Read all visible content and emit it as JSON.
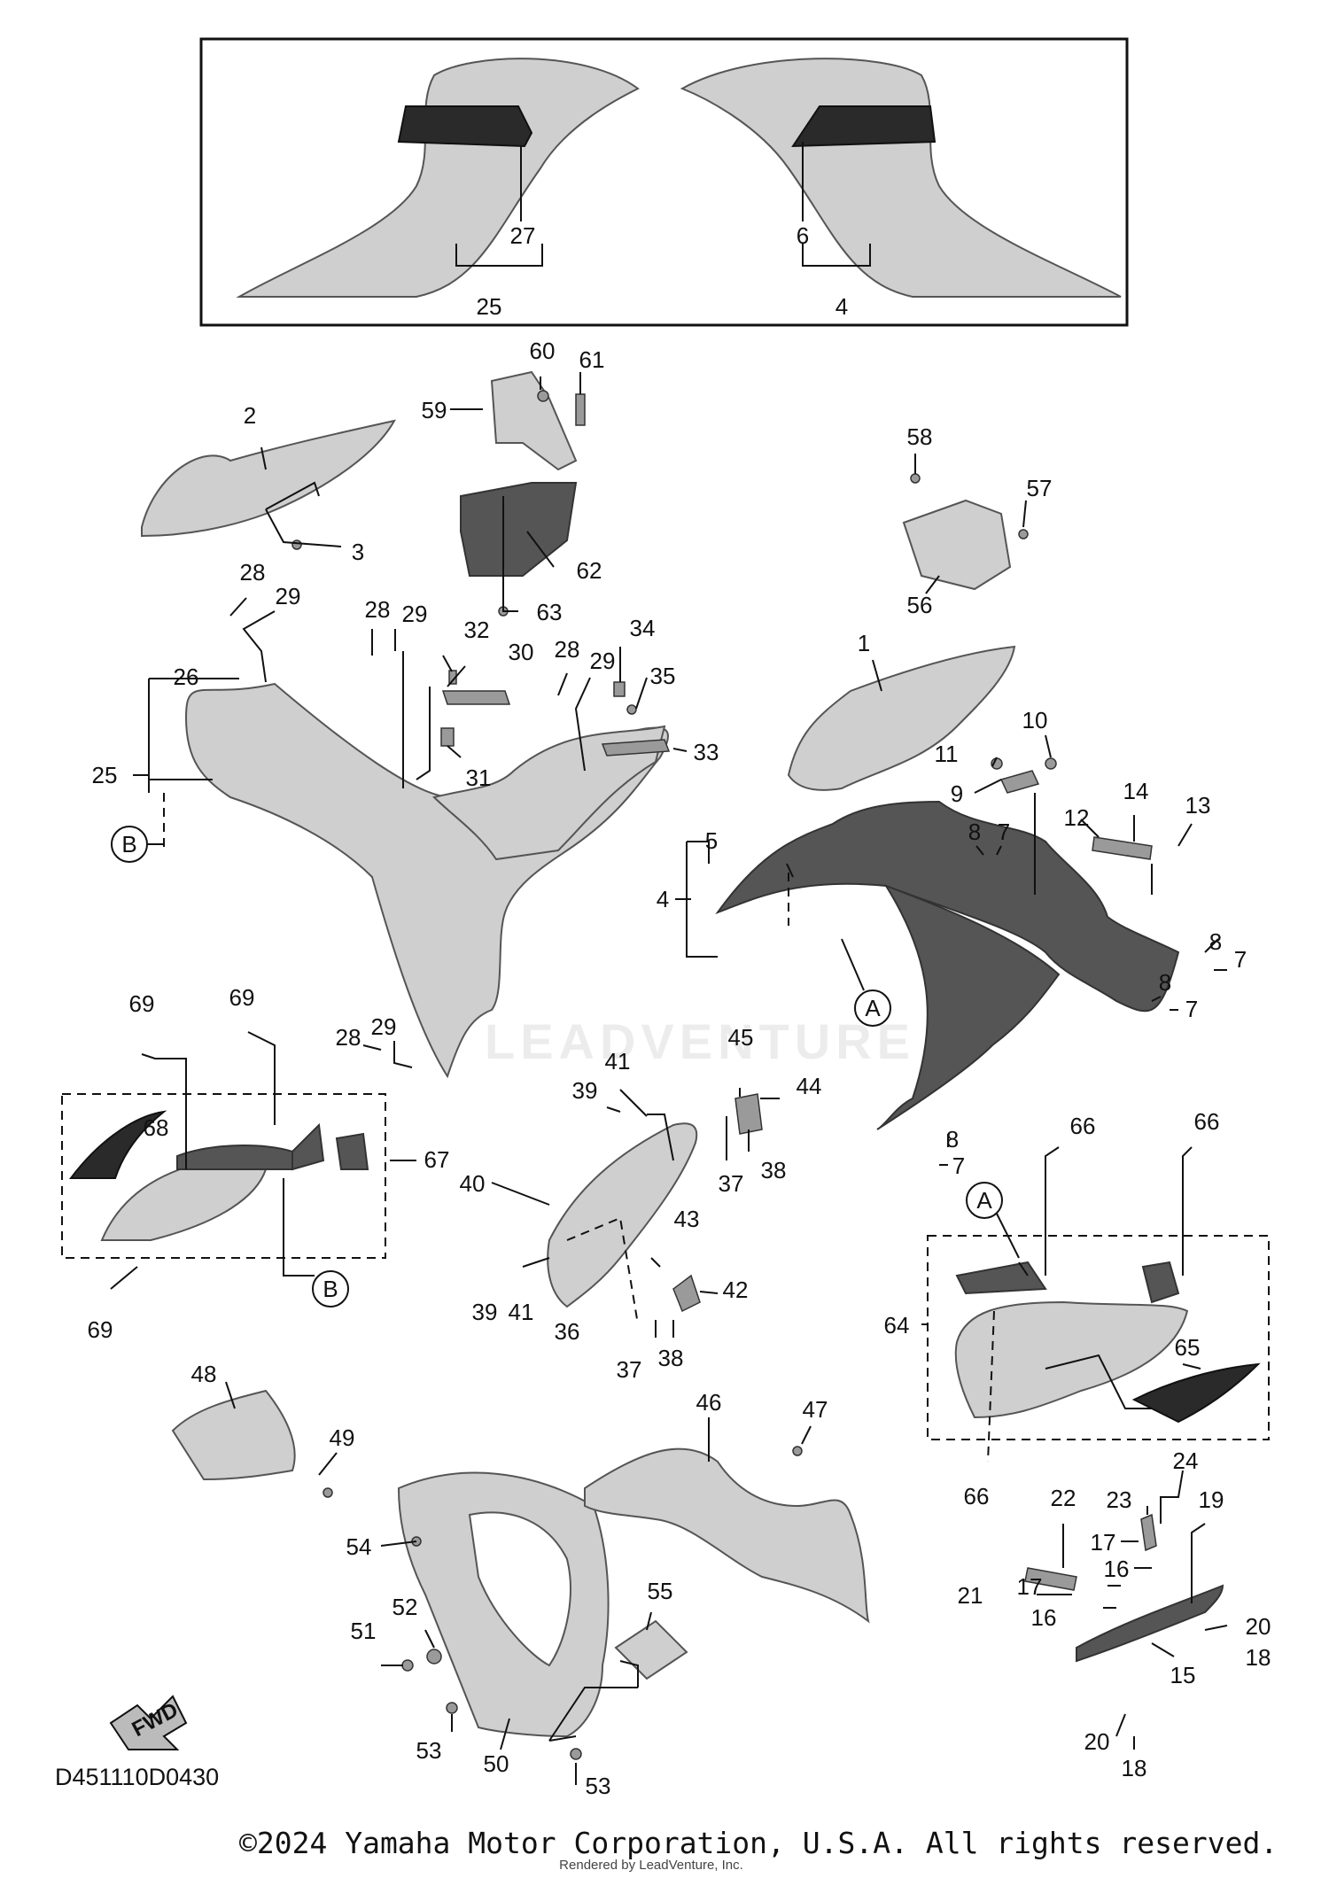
{
  "diagram": {
    "labels": [
      "27",
      "25",
      "6",
      "4",
      "60",
      "61",
      "59",
      "2",
      "3",
      "58",
      "57",
      "56",
      "62",
      "63",
      "28",
      "29",
      "28",
      "29",
      "32",
      "30",
      "31",
      "28",
      "29",
      "34",
      "35",
      "33",
      "26",
      "25",
      "1",
      "10",
      "11",
      "9",
      "14",
      "13",
      "12",
      "8",
      "7",
      "5",
      "4",
      "8",
      "7",
      "8",
      "7",
      "8",
      "7",
      "69",
      "69",
      "28",
      "29",
      "68",
      "67",
      "69",
      "41",
      "39",
      "45",
      "44",
      "37",
      "38",
      "40",
      "43",
      "42",
      "39",
      "41",
      "36",
      "37",
      "38",
      "66",
      "66",
      "64",
      "65",
      "66",
      "48",
      "49",
      "46",
      "47",
      "22",
      "23",
      "24",
      "19",
      "17",
      "16",
      "17",
      "16",
      "20",
      "18",
      "15",
      "20",
      "18",
      "21",
      "54",
      "55",
      "52",
      "51",
      "53",
      "50",
      "53"
    ],
    "callouts": [
      "B",
      "A",
      "B",
      "A"
    ],
    "fwd_label": "FWD",
    "code": "D451110D0430",
    "watermark": "LEADVENTURE"
  },
  "footer": {
    "copyright": "©2024 Yamaha Motor Corporation, U.S.A. All rights reserved.",
    "rendered_by": "Rendered by LeadVenture, Inc."
  }
}
